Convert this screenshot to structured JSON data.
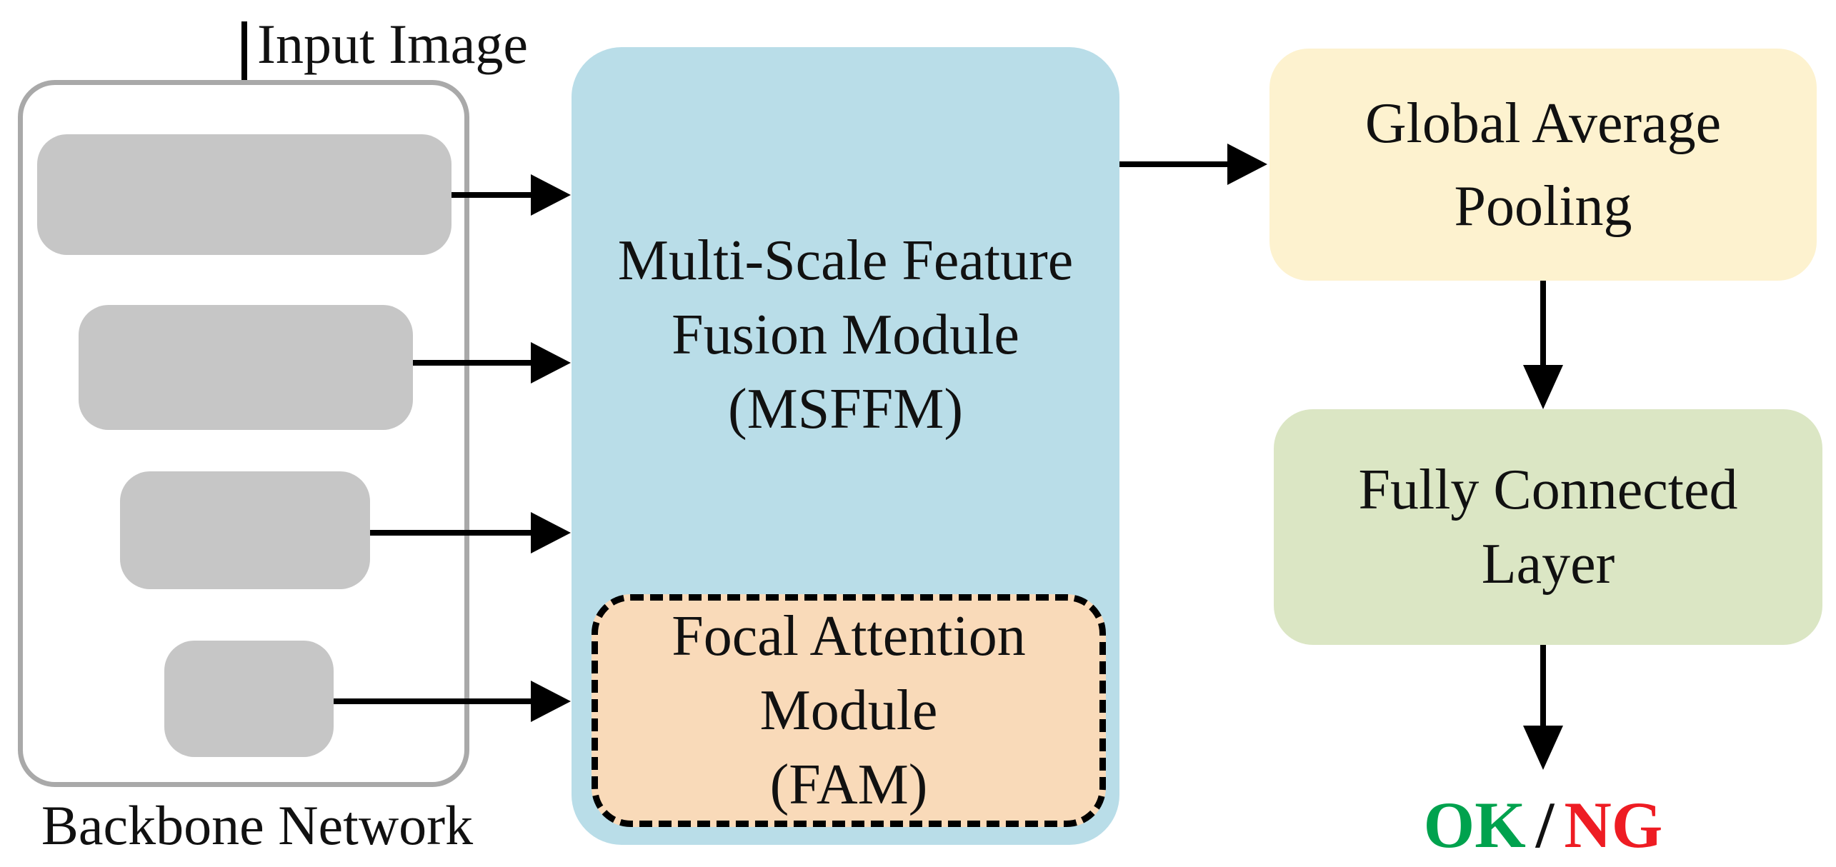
{
  "diagram": {
    "input_label": "Input Image",
    "backbone": {
      "label": "Backbone Network",
      "feature_bars": 4
    },
    "msffm": {
      "line1": "Multi-Scale Feature",
      "line2": "Fusion Module",
      "line3": "(MSFFM)"
    },
    "fam": {
      "line1": "Focal Attention",
      "line2": "Module",
      "line3": "(FAM)"
    },
    "gap": {
      "line1": "Global Average",
      "line2": "Pooling"
    },
    "fc": {
      "line1": "Fully Connected",
      "line2": "Layer"
    },
    "output": {
      "ok": "OK",
      "separator": "/",
      "ng": "NG"
    },
    "colors": {
      "msffm_fill": "#b9dde8",
      "fam_fill": "#f9dab9",
      "gap_fill": "#fdf2cf",
      "fc_fill": "#dbe6c4",
      "feature_bar_fill": "#c6c6c6",
      "backbone_border": "#a9a9a9",
      "arrow": "#000000",
      "ok_green": "#00a24e",
      "ng_red": "#ee1c23"
    }
  }
}
